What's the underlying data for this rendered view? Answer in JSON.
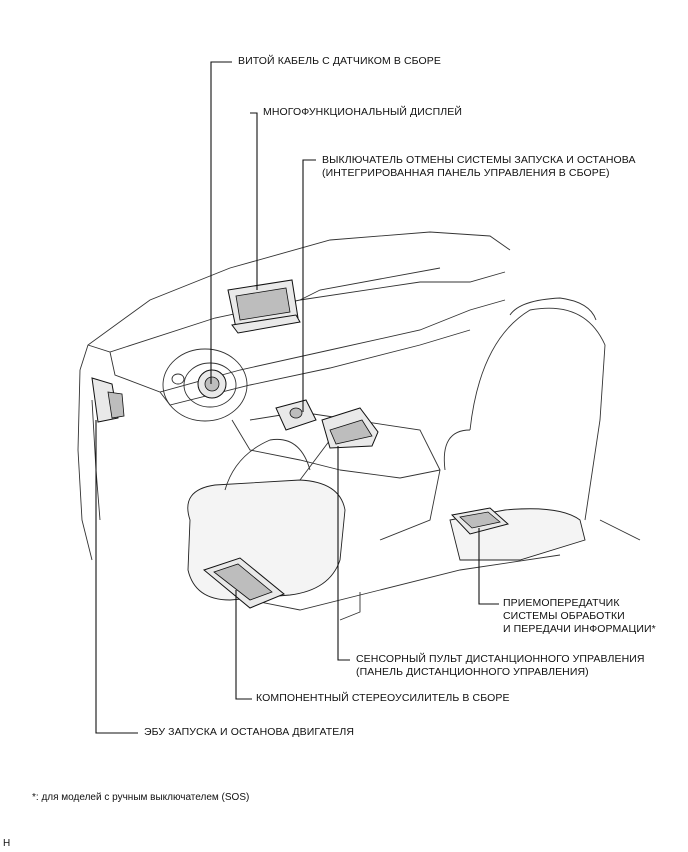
{
  "labels": {
    "spiral_cable": "ВИТОЙ КАБЕЛЬ С ДАТЧИКОМ В СБОРЕ",
    "multi_display": "МНОГОФУНКЦИОНАЛЬНЫЙ ДИСПЛЕЙ",
    "stop_start_switch_line1": "ВЫКЛЮЧАТЕЛЬ ОТМЕНЫ СИСТЕМЫ ЗАПУСКА И ОСТАНОВА",
    "stop_start_switch_line2": "(ИНТЕГРИРОВАННАЯ ПАНЕЛЬ УПРАВЛЕНИЯ В СБОРЕ)",
    "transceiver_line1": "ПРИЕМОПЕРЕДАТЧИК",
    "transceiver_line2": "СИСТЕМЫ ОБРАБОТКИ",
    "transceiver_line3": "И ПЕРЕДАЧИ ИНФОРМАЦИИ*",
    "touch_remote_line1": "СЕНСОРНЫЙ ПУЛЬТ ДИСТАНЦИОННОГО УПРАВЛЕНИЯ",
    "touch_remote_line2": "(ПАНЕЛЬ ДИСТАНЦИОННОГО УПРАВЛЕНИЯ)",
    "stereo_amp": "КОМПОНЕНТНЫЙ СТЕРЕОУСИЛИТЕЛЬ В СБОРЕ",
    "engine_ecu": "ЭБУ ЗАПУСКА И ОСТАНОВА ДВИГАТЕЛЯ"
  },
  "footnote": "*: для моделей с ручным выключателем (SOS)",
  "corner_mark": "H"
}
